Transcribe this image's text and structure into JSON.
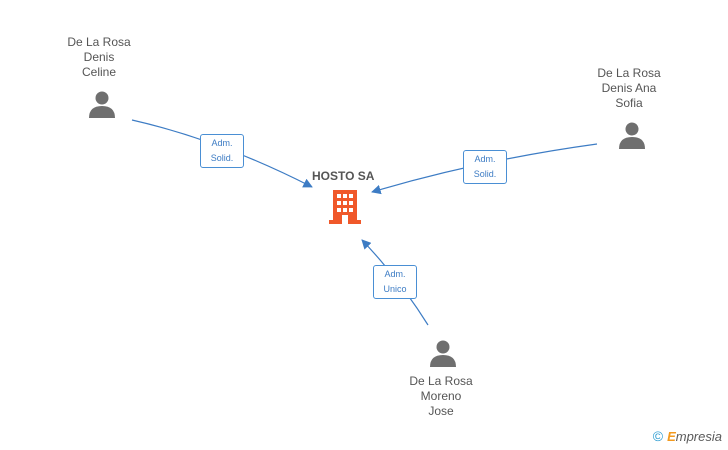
{
  "company": {
    "name": "HOSTO SA",
    "icon": "building-icon",
    "color": "#f0582a"
  },
  "people": [
    {
      "id": "p1",
      "lines": [
        "De La Rosa",
        "Denis",
        "Celine"
      ],
      "icon": "person-icon"
    },
    {
      "id": "p2",
      "lines": [
        "De La Rosa",
        "Denis Ana",
        "Sofia"
      ],
      "icon": "person-icon"
    },
    {
      "id": "p3",
      "lines": [
        "De La Rosa",
        "Moreno",
        "Jose"
      ],
      "icon": "person-icon"
    }
  ],
  "relations": [
    {
      "from": "p1",
      "lines": [
        "Adm.",
        "Solid."
      ]
    },
    {
      "from": "p2",
      "lines": [
        "Adm.",
        "Solid."
      ]
    },
    {
      "from": "p3",
      "lines": [
        "Adm.",
        "Unico"
      ]
    }
  ],
  "colors": {
    "edge": "#3d7cc4",
    "icon": "#6f6f6f",
    "text": "#555555"
  },
  "brand": {
    "symbol": "©",
    "initial": "E",
    "rest": "mpresia"
  }
}
